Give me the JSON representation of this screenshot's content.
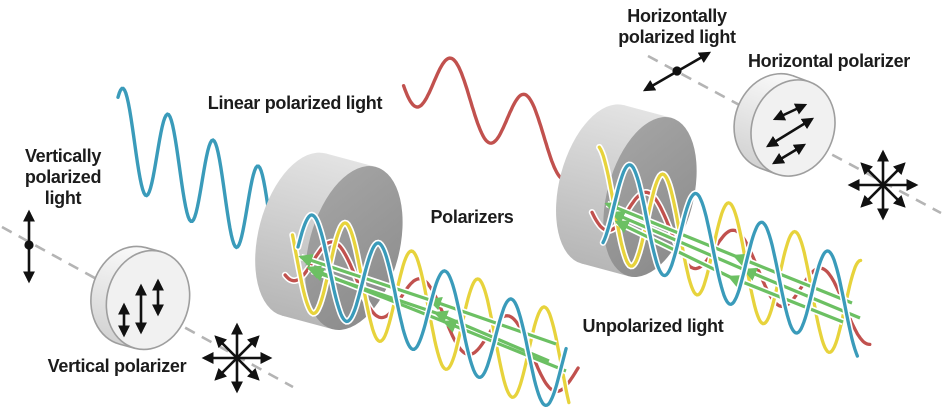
{
  "labels": {
    "vertically_polarized_light": "Vertically\npolarized\nlight",
    "vertical_polarizer": "Vertical polarizer",
    "linear_polarized_light": "Linear polarized light",
    "polarizers": "Polarizers",
    "unpolarized_light": "Unpolarized light",
    "horizontally_polarized_light": "Horizontally\npolarized light",
    "horizontal_polarizer": "Horizontal polarizer"
  },
  "colors": {
    "blue_wave": "#3a9bba",
    "red_wave": "#c1514e",
    "yellow_wave": "#e7d33c",
    "green_ray": "#6cc063",
    "disc_face_light": "#a6a6a6",
    "disc_face_dark": "#8d8d8d",
    "disc_rim_light": "#e3e3e3",
    "disc_rim": "#b6b6b6",
    "small_disc_face": "#f1f1f1",
    "small_disc_rim_light": "#fafafa",
    "small_disc_rim": "#d2d2d2",
    "small_disc_outline": "#9e9e9e",
    "dashed_line": "#b4b4b4",
    "arrow_black": "#111111",
    "text": "#1c1c1c"
  },
  "icons": {
    "unpolarized_star_icon": "eight-direction arrow star",
    "vertical_polarization_arrow_icon": "vertical double arrow with dot on beam axis",
    "horizontal_polarization_arrow_icon": "diagonal double arrow with dot on beam axis",
    "polarizer_disc_icon": "tilted gray cylinder disc"
  }
}
